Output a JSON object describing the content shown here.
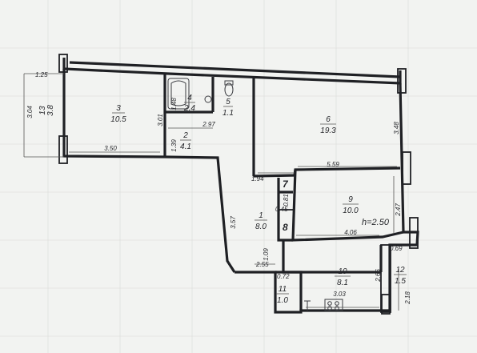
{
  "rooms": [
    {
      "id": "r1",
      "number": "1",
      "area": "8.0"
    },
    {
      "id": "r2",
      "number": "2",
      "area": "4.1"
    },
    {
      "id": "r3",
      "number": "3",
      "area": "10.5"
    },
    {
      "id": "r4",
      "number": "4",
      "area": "2.4"
    },
    {
      "id": "r5",
      "number": "5",
      "area": "1.1"
    },
    {
      "id": "r6",
      "number": "6",
      "area": "19.3"
    },
    {
      "id": "r9",
      "number": "9",
      "area": "10.0"
    },
    {
      "id": "r10",
      "number": "10",
      "area": "8.1"
    },
    {
      "id": "r11",
      "number": "11",
      "area": "1.0"
    },
    {
      "id": "r12",
      "number": "12",
      "area": "1.5"
    },
    {
      "id": "r13",
      "number": "13",
      "area": "3.8"
    }
  ],
  "labels": {
    "closet7": "7",
    "closet8": "8",
    "ceiling_height": "h=2.50"
  },
  "dimensions": {
    "d125": "1.25",
    "d304": "3.04",
    "d350": "3.50",
    "d301": "3.01",
    "d148": "1.48",
    "d139": "1.39",
    "d297": "2.97",
    "d348": "3.48",
    "d559": "5.59",
    "d194": "1.94",
    "d081": "0.81",
    "d045": "0.45",
    "d357": "3.57",
    "d247": "2.47",
    "d406": "4.06",
    "d069": "0.69",
    "d109": "1.09",
    "d255": "2.55",
    "d072": "0.72",
    "d266": "2.66",
    "d303": "3.03",
    "d218": "2.18"
  }
}
